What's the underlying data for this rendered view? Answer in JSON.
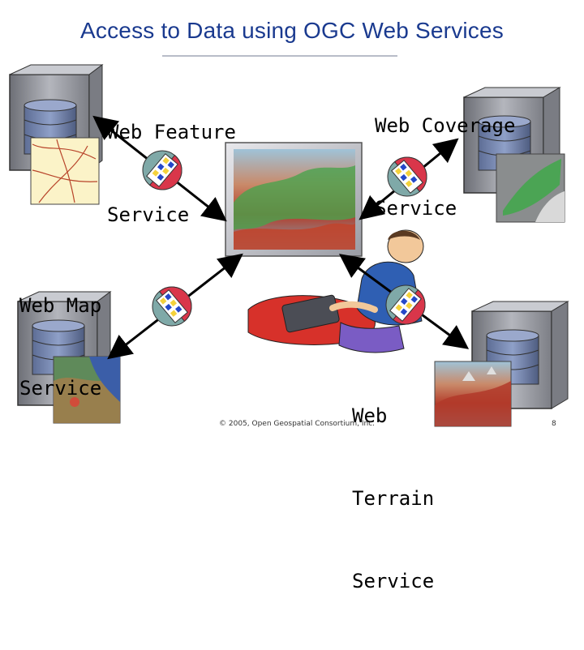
{
  "slide": {
    "title": "Access to Data using OGC Web Services",
    "footer": "© 2005, Open Geospatial Consortium, Inc.",
    "page_number": "8"
  },
  "services": {
    "wfs": {
      "line1": "Web Feature",
      "line2": "Service"
    },
    "wcs": {
      "line1": "Web Coverage",
      "line2": "Service"
    },
    "wms": {
      "line1": "Web Map",
      "line2": "Service"
    },
    "wts": {
      "line1": "Web",
      "line2": "Terrain",
      "line3": "Service"
    }
  },
  "colors": {
    "title": "#1a3a8f",
    "server_body": "#8d8f96",
    "server_dark": "#55575e",
    "connector_red": "#d9364a",
    "connector_teal": "#7fa9a8",
    "connector_yellow": "#f4d23c",
    "connector_blue": "#2448c8",
    "arrow": "#000000"
  },
  "icons": [
    "server-icon",
    "connector-icon",
    "terrain-frame",
    "user-figure",
    "road-map-image",
    "coverage-image",
    "map-image",
    "terrain-image"
  ]
}
